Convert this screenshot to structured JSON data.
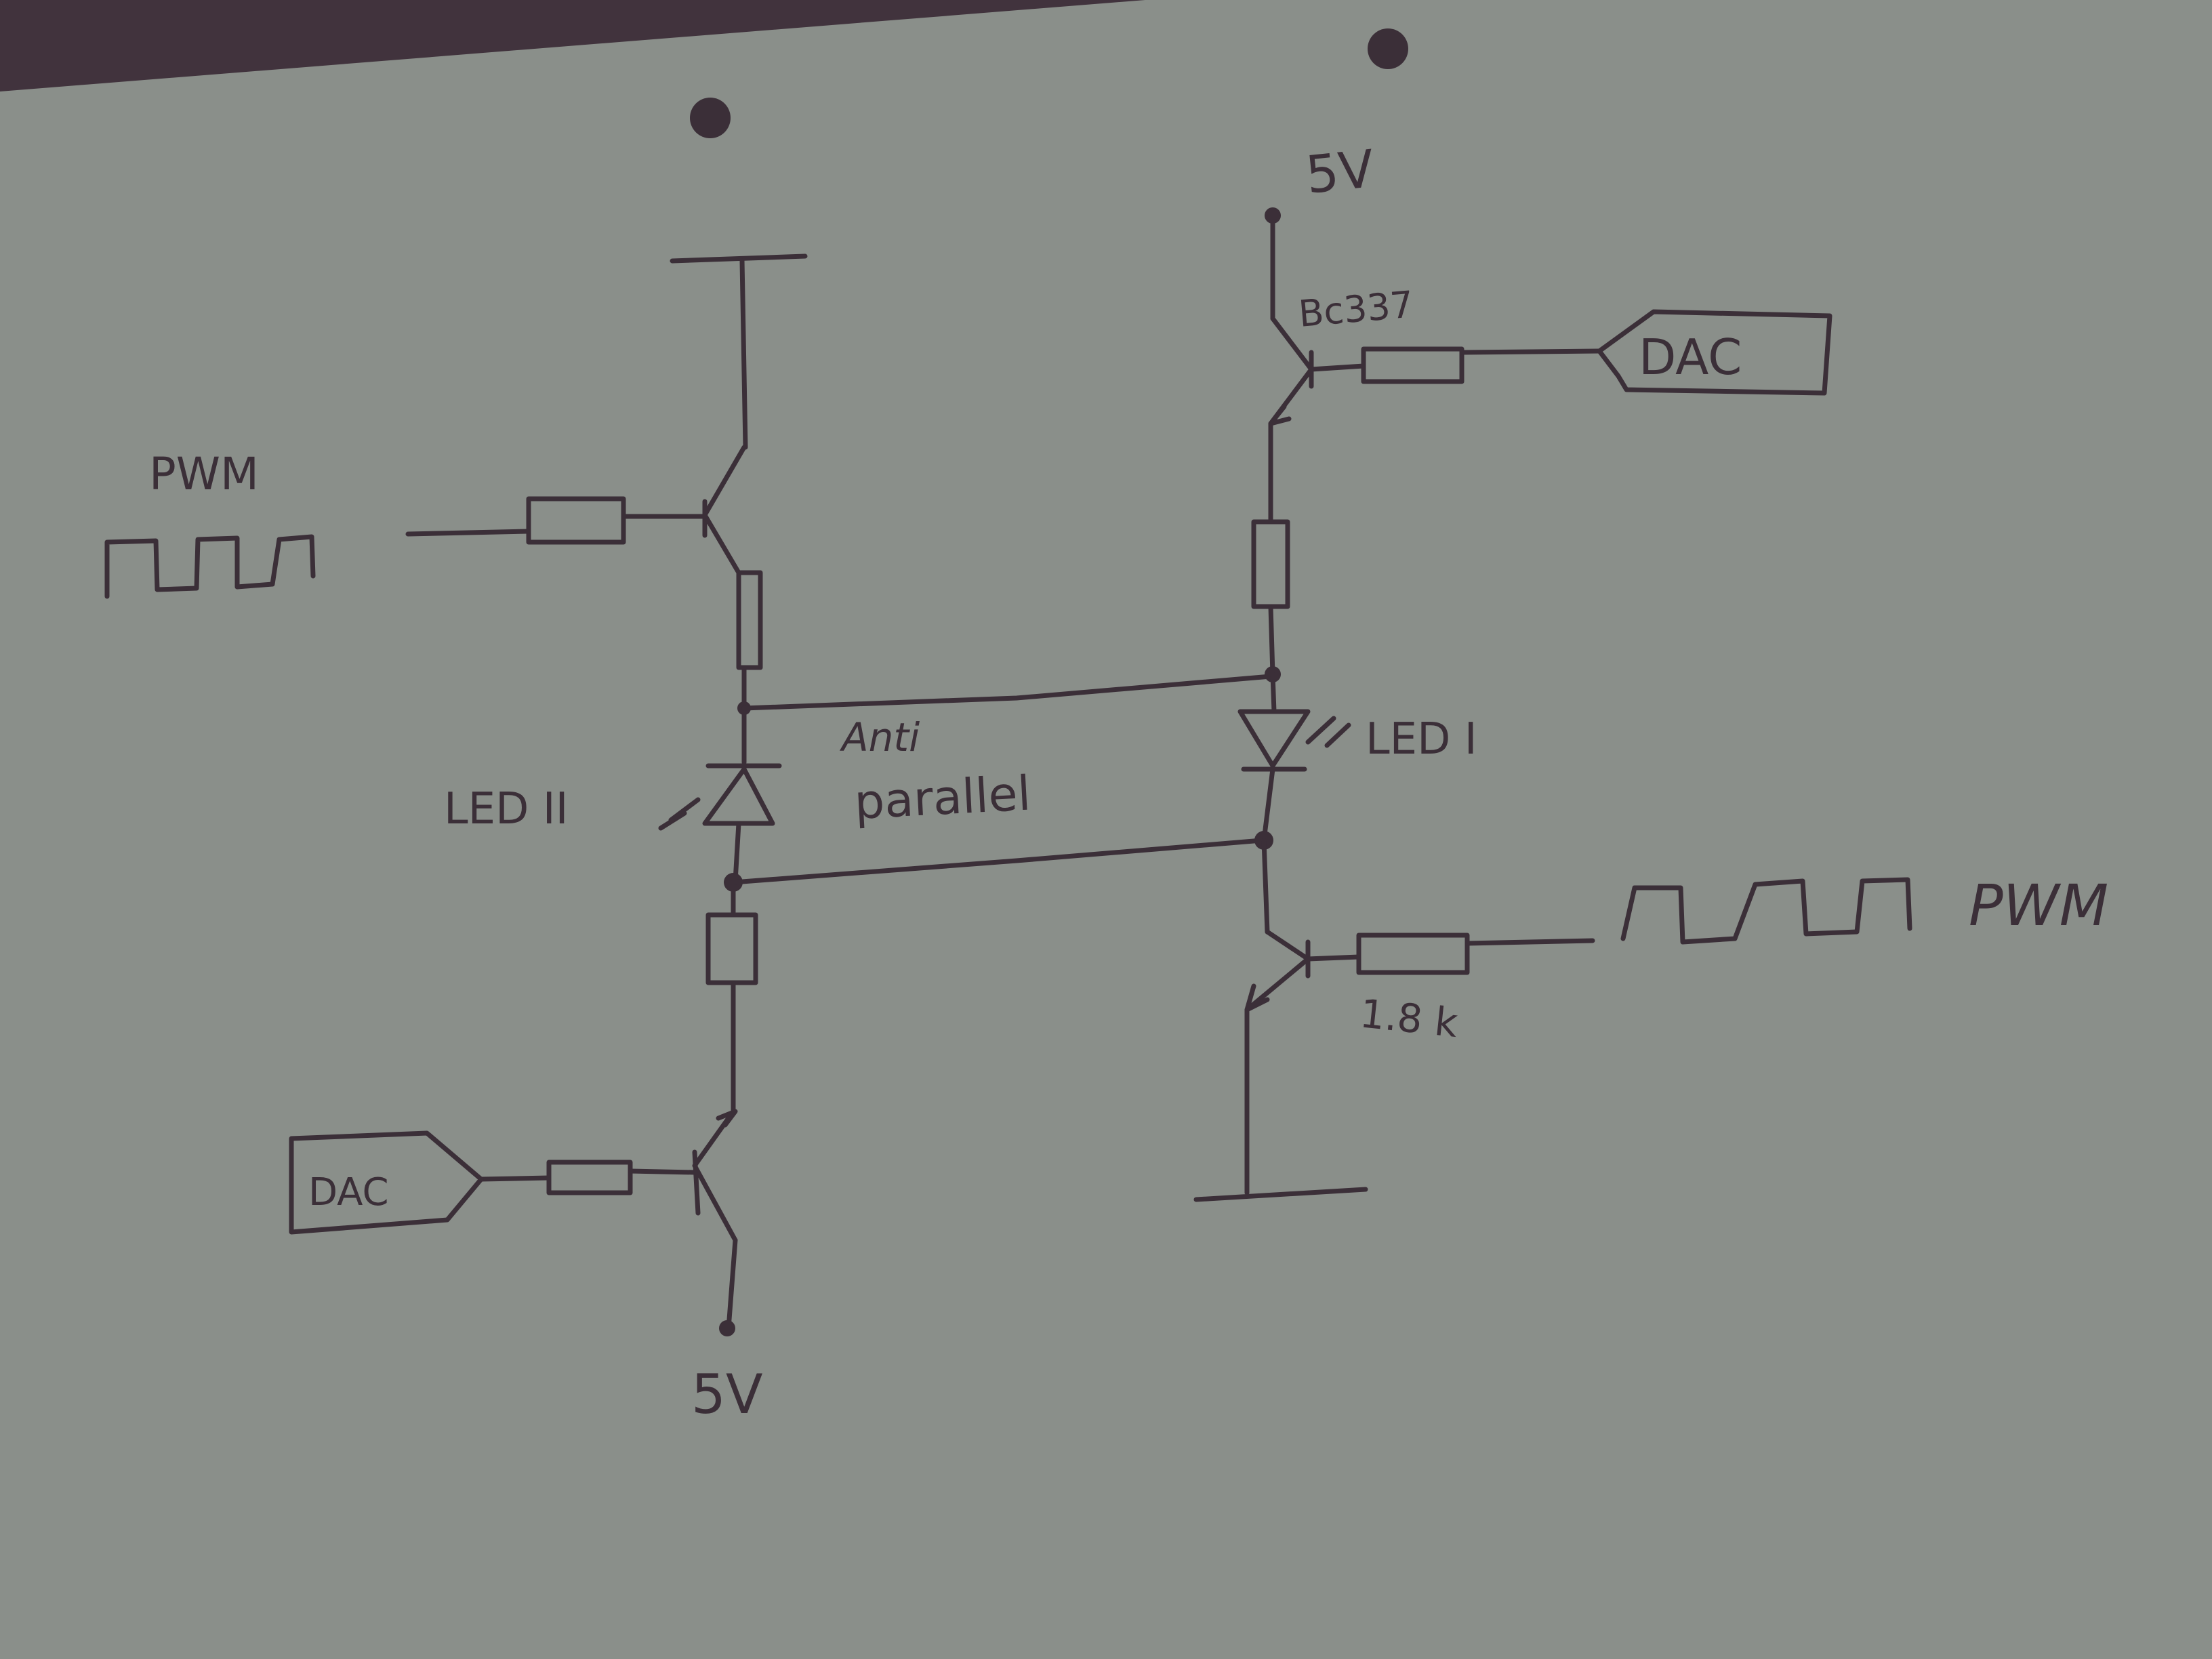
{
  "labels": {
    "v5_top": "5V",
    "v5_bottom": "5V",
    "transistor_top": "Bc337",
    "dac_top": "DAC",
    "dac_bottom": "DAC",
    "pwm_left": "PWM",
    "pwm_right": "PWM",
    "anti": "Anti",
    "parallel": "parallel",
    "led1": "LED I",
    "led2": "LED II",
    "resistor_value": "1.8 k"
  },
  "colors": {
    "paper": "#8a8f8a",
    "ink": "#3b2f38",
    "shadow_band": "#41333d"
  }
}
